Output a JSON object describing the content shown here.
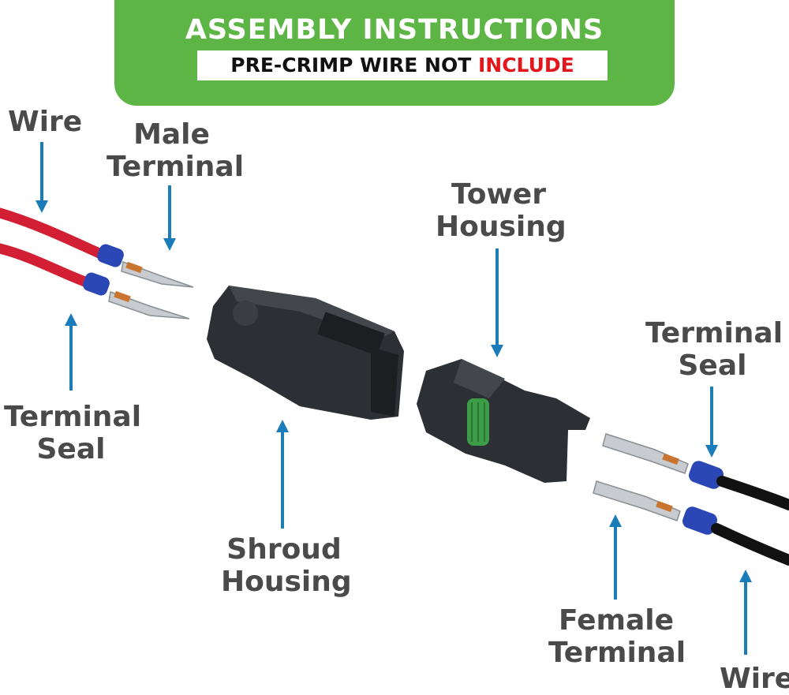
{
  "banner": {
    "title": "ASSEMBLY INSTRUCTIONS",
    "subtitle_main": "PRE-CRIMP WIRE NOT",
    "subtitle_highlight": "INCLUDE",
    "background_color": "#5cb545",
    "highlight_color": "#e3161b"
  },
  "labels": {
    "wire_left": "Wire",
    "male_terminal_1": "Male",
    "male_terminal_2": "Terminal",
    "terminal_seal_left_1": "Terminal",
    "terminal_seal_left_2": "Seal",
    "shroud_housing_1": "Shroud",
    "shroud_housing_2": "Housing",
    "tower_housing_1": "Tower",
    "tower_housing_2": "Housing",
    "terminal_seal_right_1": "Terminal",
    "terminal_seal_right_2": "Seal",
    "female_terminal_1": "Female",
    "female_terminal_2": "Terminal",
    "wire_right": "Wire"
  },
  "colors": {
    "arrow": "#1a7cb8",
    "label_text": "#4a4a4a",
    "wire_left": "#d21f33",
    "wire_right": "#111111",
    "seal": "#2b46b5",
    "tower_seal": "#3c9c48",
    "housing": "#2c2f33"
  }
}
